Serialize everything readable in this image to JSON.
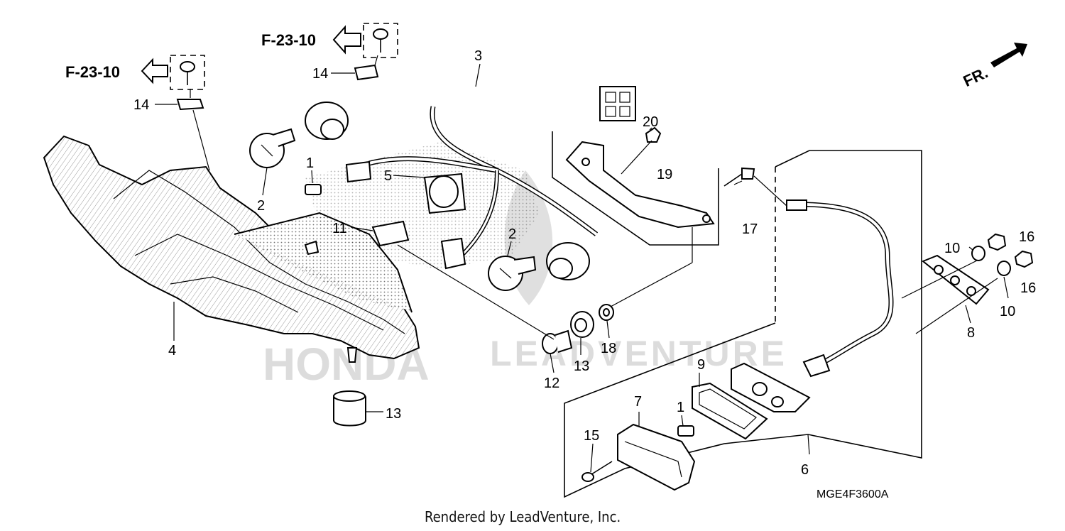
{
  "diagram": {
    "title_code": "MGE4F3600A",
    "credit": "Rendered by LeadVenture, Inc.",
    "front_label": "FR.",
    "watermark_brand": "HONDA",
    "watermark_text": "LEADVENTURE",
    "references": [
      {
        "id": "ref-1",
        "label": "F-23-10"
      },
      {
        "id": "ref-2",
        "label": "F-23-10"
      }
    ],
    "callouts": [
      {
        "id": "c1a",
        "label": "1"
      },
      {
        "id": "c1b",
        "label": "1"
      },
      {
        "id": "c2a",
        "label": "2"
      },
      {
        "id": "c2b",
        "label": "2"
      },
      {
        "id": "c3",
        "label": "3"
      },
      {
        "id": "c4",
        "label": "4"
      },
      {
        "id": "c5",
        "label": "5"
      },
      {
        "id": "c6",
        "label": "6"
      },
      {
        "id": "c7",
        "label": "7"
      },
      {
        "id": "c8",
        "label": "8"
      },
      {
        "id": "c9",
        "label": "9"
      },
      {
        "id": "c10a",
        "label": "10"
      },
      {
        "id": "c10b",
        "label": "10"
      },
      {
        "id": "c11",
        "label": "11"
      },
      {
        "id": "c12",
        "label": "12"
      },
      {
        "id": "c13a",
        "label": "13"
      },
      {
        "id": "c13b",
        "label": "13"
      },
      {
        "id": "c14a",
        "label": "14"
      },
      {
        "id": "c14b",
        "label": "14"
      },
      {
        "id": "c15",
        "label": "15"
      },
      {
        "id": "c16a",
        "label": "16"
      },
      {
        "id": "c16b",
        "label": "16"
      },
      {
        "id": "c17",
        "label": "17"
      },
      {
        "id": "c18",
        "label": "18"
      },
      {
        "id": "c19",
        "label": "19"
      },
      {
        "id": "c20",
        "label": "20"
      }
    ]
  }
}
